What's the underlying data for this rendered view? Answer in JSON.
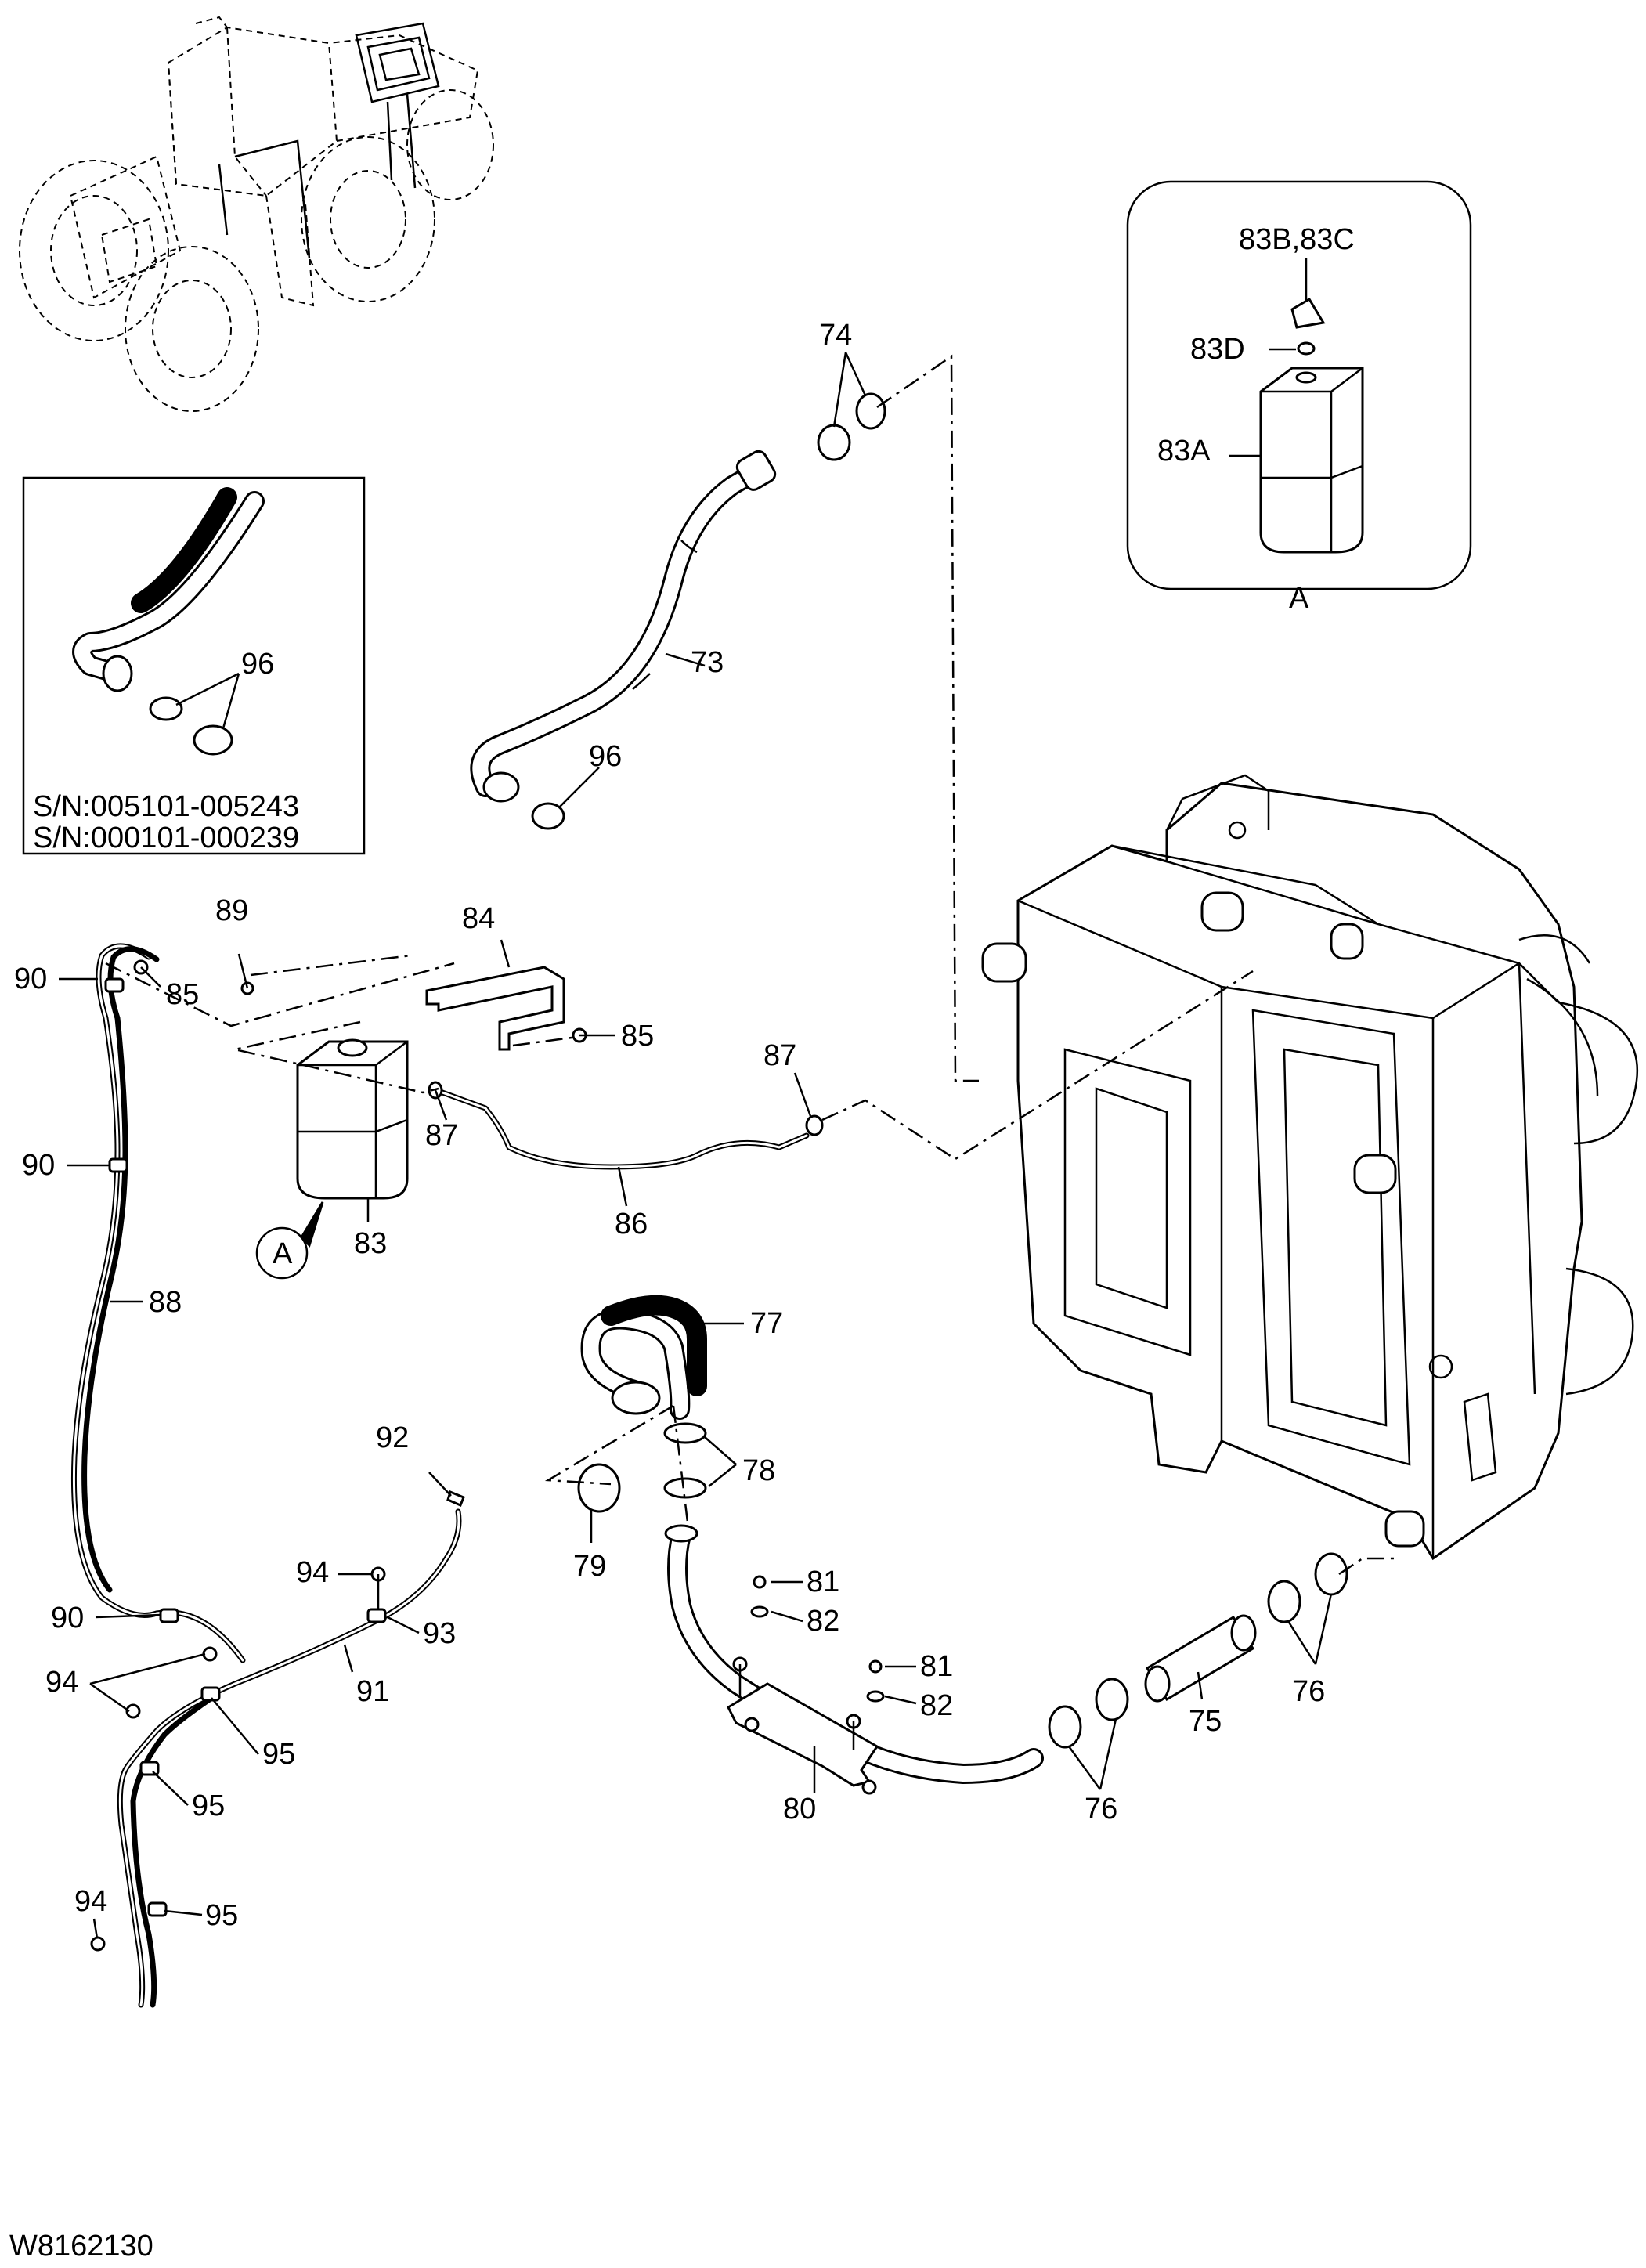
{
  "drawing_code": "W8162130",
  "detail": {
    "letter": "A",
    "parts": [
      "83B,83C",
      "83D",
      "83A"
    ]
  },
  "serial_box": {
    "lines": [
      "S/N:005101-005243",
      "S/N:000101-000239"
    ],
    "callout": "96"
  },
  "callouts": {
    "c73": "73",
    "c74": "74",
    "c96": "96",
    "c84": "84",
    "c89": "89",
    "c90a": "90",
    "c85a": "85",
    "c85b": "85",
    "c87a": "87",
    "c87b": "87",
    "c86": "86",
    "c83": "83",
    "c90b": "90",
    "c88": "88",
    "cA": "A",
    "c77": "77",
    "c78": "78",
    "c79": "79",
    "c92": "92",
    "c94a": "94",
    "c93": "93",
    "c90c": "90",
    "c91": "91",
    "c94b": "94",
    "c95a": "95",
    "c95b": "95",
    "c94c": "94",
    "c95c": "95",
    "c81a": "81",
    "c82a": "82",
    "c81b": "81",
    "c82b": "82",
    "c80": "80",
    "c76a": "76",
    "c75": "75",
    "c76b": "76"
  }
}
